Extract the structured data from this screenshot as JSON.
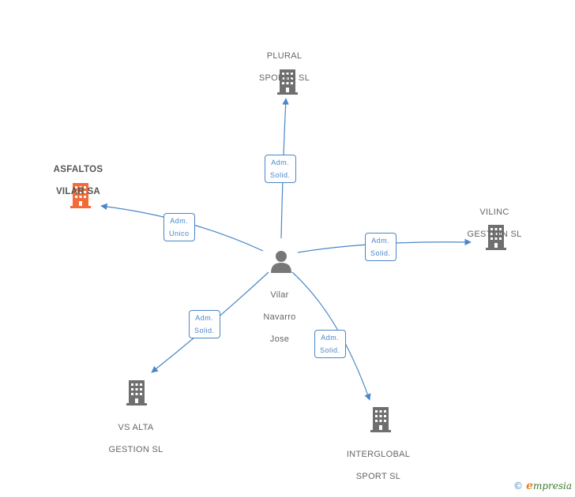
{
  "center": {
    "name_lines": [
      "Vilar",
      "Navarro",
      "Jose"
    ]
  },
  "companies": {
    "plural": {
      "lines": [
        "PLURAL",
        "SPORTS SL"
      ]
    },
    "asfaltos": {
      "lines": [
        "ASFALTOS",
        "VILAR SA"
      ]
    },
    "vilinc": {
      "lines": [
        "VILINC",
        "GESTION SL"
      ]
    },
    "vsalta": {
      "lines": [
        "VS ALTA",
        "GESTION SL"
      ]
    },
    "interglobal": {
      "lines": [
        "INTERGLOBAL",
        "SPORT SL"
      ]
    }
  },
  "edges": {
    "plural": [
      "Adm.",
      "Solid."
    ],
    "asfaltos": [
      "Adm.",
      "Unico"
    ],
    "vilinc": [
      "Adm.",
      "Solid."
    ],
    "vsalta": [
      "Adm.",
      "Solid."
    ],
    "interglobal": [
      "Adm.",
      "Solid."
    ]
  },
  "colors": {
    "edge": "#4a86c8",
    "building": "#6f6f6f",
    "focus_building": "#f26b38",
    "person": "#777777"
  },
  "brand": {
    "copyright": "©",
    "initial": "e",
    "rest": "mpresia"
  }
}
